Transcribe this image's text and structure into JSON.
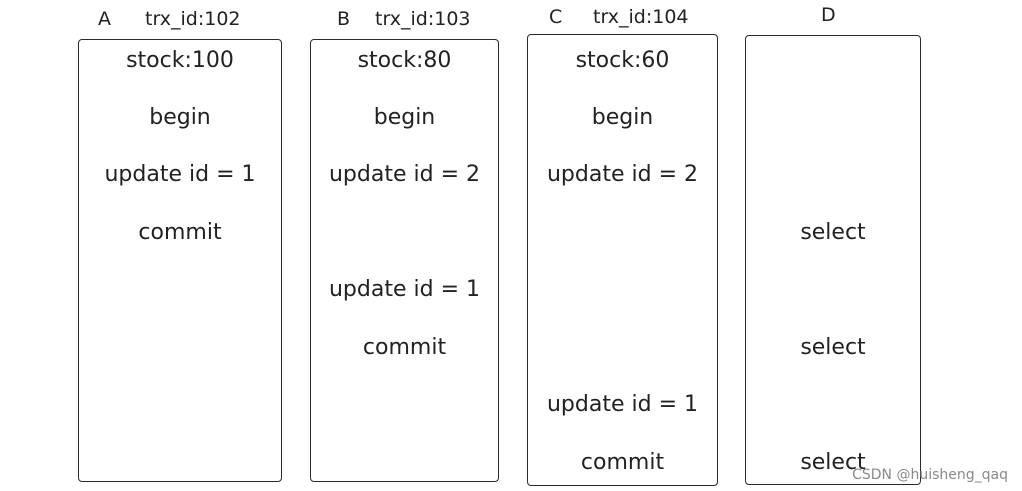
{
  "columns": [
    {
      "letter": "A",
      "trx": "trx_id:102",
      "cells": [
        "stock:100",
        "begin",
        "update id = 1",
        "commit"
      ]
    },
    {
      "letter": "B",
      "trx": "trx_id:103",
      "cells": [
        "stock:80",
        "begin",
        "update id = 2",
        "update id = 1",
        "commit"
      ]
    },
    {
      "letter": "C",
      "trx": "trx_id:104",
      "cells": [
        "stock:60",
        "begin",
        "update id = 2",
        "update id = 1",
        "commit"
      ]
    },
    {
      "letter": "D",
      "trx": "",
      "cells": [
        "select",
        "select",
        "select"
      ]
    }
  ],
  "watermark": "CSDN @huisheng_qaq"
}
